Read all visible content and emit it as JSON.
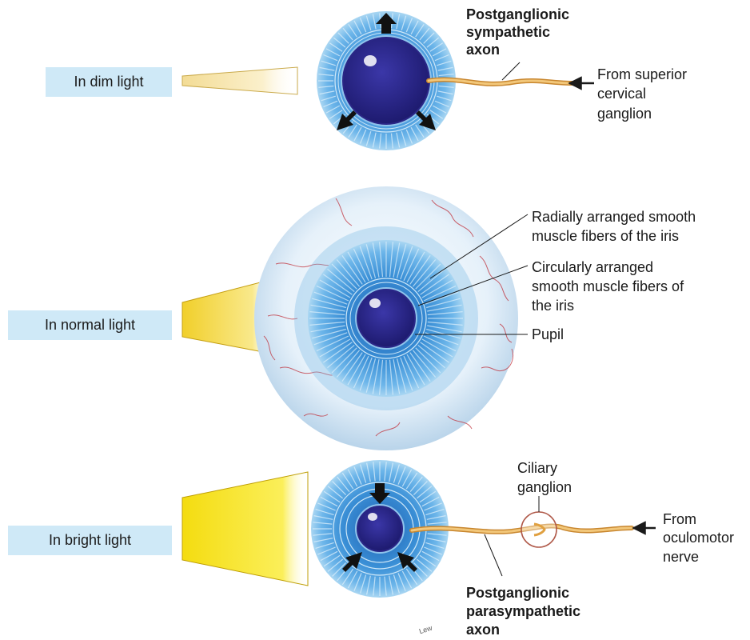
{
  "conditions": {
    "dim": "In dim light",
    "normal": "In normal light",
    "bright": "In bright light"
  },
  "labels": {
    "sym_axon": [
      "Postganglionic",
      "sympathetic",
      "axon"
    ],
    "sup_cervical": [
      "From superior",
      "cervical",
      "ganglion"
    ],
    "radial": [
      "Radially arranged smooth",
      "muscle fibers of the iris"
    ],
    "circular": [
      "Circularly arranged",
      "smooth muscle fibers of",
      "the iris"
    ],
    "pupil": "Pupil",
    "ciliary": [
      "Ciliary",
      "ganglion"
    ],
    "oculomotor": [
      "From",
      "oculomotor",
      "nerve"
    ],
    "para_axon": [
      "Postganglionic",
      "parasympathetic",
      "axon"
    ]
  },
  "signature": "Lew",
  "colors": {
    "label_box": "#cfe9f7",
    "iris": "#3a8fd6",
    "pupil": "#26238a",
    "nerve": "#d9a24a",
    "light_dim": "#f7e3a0",
    "light_bright": "#f7e11a"
  }
}
